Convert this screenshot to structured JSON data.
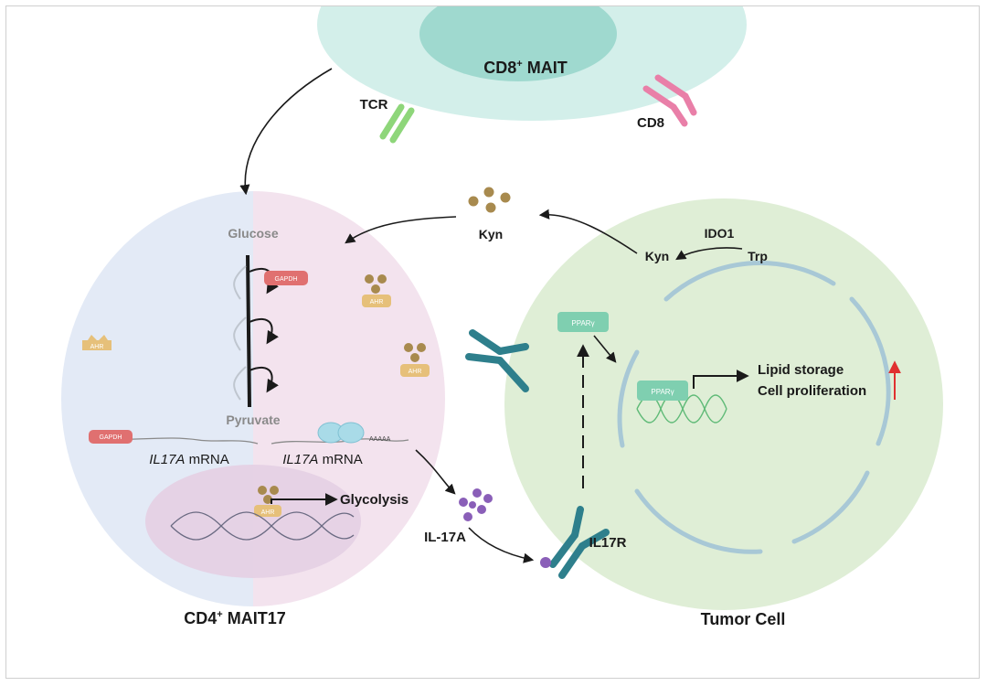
{
  "cells": {
    "cd8": {
      "name": "CD8",
      "sup": "+",
      "suffix": " MAIT"
    },
    "cd4": {
      "name": "CD4",
      "sup": "+",
      "suffix": " MAIT17"
    },
    "tumor": {
      "name": "Tumor Cell"
    }
  },
  "receptors": {
    "tcr": "TCR",
    "cd8": "CD8",
    "il17r": "IL17R"
  },
  "metabolites": {
    "glucose": "Glucose",
    "pyruvate": "Pyruvate",
    "kyn_moving": "Kyn",
    "kyn_tumor": "Kyn",
    "trp": "Trp",
    "ido1": "IDO1",
    "il17a": "IL-17A"
  },
  "proteins": {
    "gapdh_enzyme": "GAPDH",
    "gapdh_rna": "GAPDH",
    "ahr": "AHR",
    "ppar": "PPARγ"
  },
  "transcripts": {
    "left": {
      "gene": "IL17A",
      "suffix": " mRNA"
    },
    "right": {
      "gene": "IL17A",
      "suffix": " mRNA"
    },
    "polya": "AAAAA"
  },
  "outcomes": {
    "glycolysis": "Glycolysis",
    "lipid_storage": "Lipid storage",
    "cell_proliferation": "Cell proliferation"
  },
  "colors": {
    "cd8_cell": "#d3efea",
    "cd8_nucleus": "#9fd9cf",
    "cd4_left": "#e3eaf6",
    "cd4_right": "#f3e3ee",
    "tumor_cell": "#dfeed6",
    "nuclear_envelope": "#a8c8d6",
    "kyn_dot": "#a88a4e",
    "il17a_dot": "#8a5fb8",
    "receptor_teal": "#2e7f8c",
    "gapdh_red": "#e07070",
    "ahr_gold": "#e6c07a",
    "ppar_green": "#7fcfb0",
    "increase_arrow": "#e03030"
  }
}
